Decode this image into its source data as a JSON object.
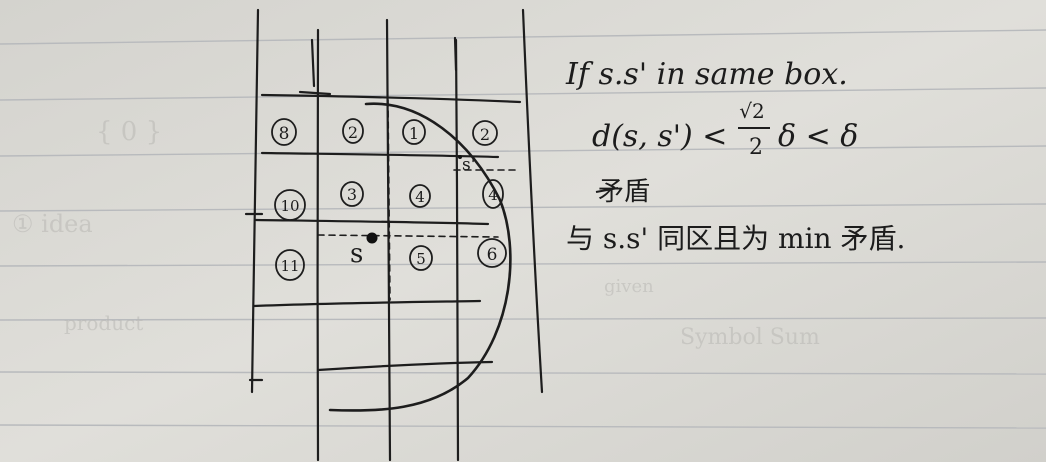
{
  "page": {
    "paper_color": "#dddcd7",
    "ink_color": "#1d1d1d",
    "rule_color": "#b6b8bb"
  },
  "sketch": {
    "cells": [
      {
        "label": "8",
        "circled": true
      },
      {
        "label": "2",
        "circled": true
      },
      {
        "label": "1",
        "circled": true
      },
      {
        "label": "2",
        "circled": true
      },
      {
        "label": "10",
        "circled": true
      },
      {
        "label": "3",
        "circled": true
      },
      {
        "label": "4",
        "circled": true
      },
      {
        "label": "4",
        "circled": true
      },
      {
        "label": "11",
        "circled": true
      },
      {
        "label": "5",
        "circled": true
      },
      {
        "label": "6",
        "circled": true
      }
    ],
    "point_s": "s",
    "point_s_prime": "s'"
  },
  "notes": {
    "line1": "If s.s' in same box.",
    "line2_left": "d(s, s') <",
    "line2_fraction_num": "√2",
    "line2_fraction_den": "2",
    "line2_right": "δ < δ",
    "line3": "矛盾",
    "line4": "与 s.s' 同区且为 min 矛盾."
  },
  "bleed_through": {
    "idea": "① idea",
    "brace": "{ 0 }",
    "given": "given",
    "product": "product",
    "symbol_sum": "Symbol Sum"
  }
}
